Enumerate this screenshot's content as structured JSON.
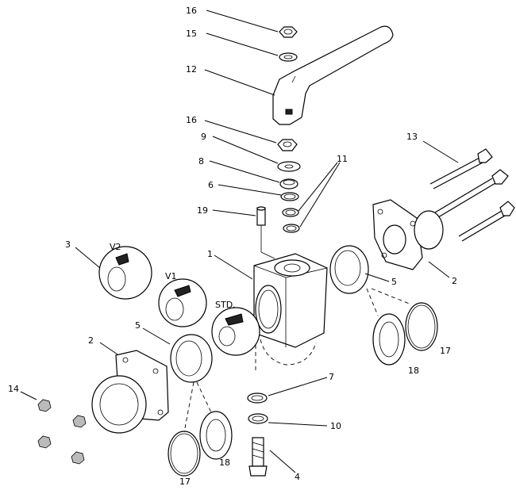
{
  "diagram": {
    "callouts": {
      "c16a": "16",
      "c15": "15",
      "c12": "12",
      "c16b": "16",
      "c9": "9",
      "c8": "8",
      "c6": "6",
      "c11": "11",
      "c13": "13",
      "c19": "19",
      "c3": "3",
      "cv2": "V2",
      "cv1": "V1",
      "cstd": "STD.",
      "c1": "1",
      "c5a": "5",
      "c2a": "2",
      "c5b": "5",
      "c2b": "2",
      "c17a": "17",
      "c18a": "18",
      "c14": "14",
      "c7": "7",
      "c10": "10",
      "c17b": "17",
      "c18b": "18",
      "c4": "4"
    }
  }
}
